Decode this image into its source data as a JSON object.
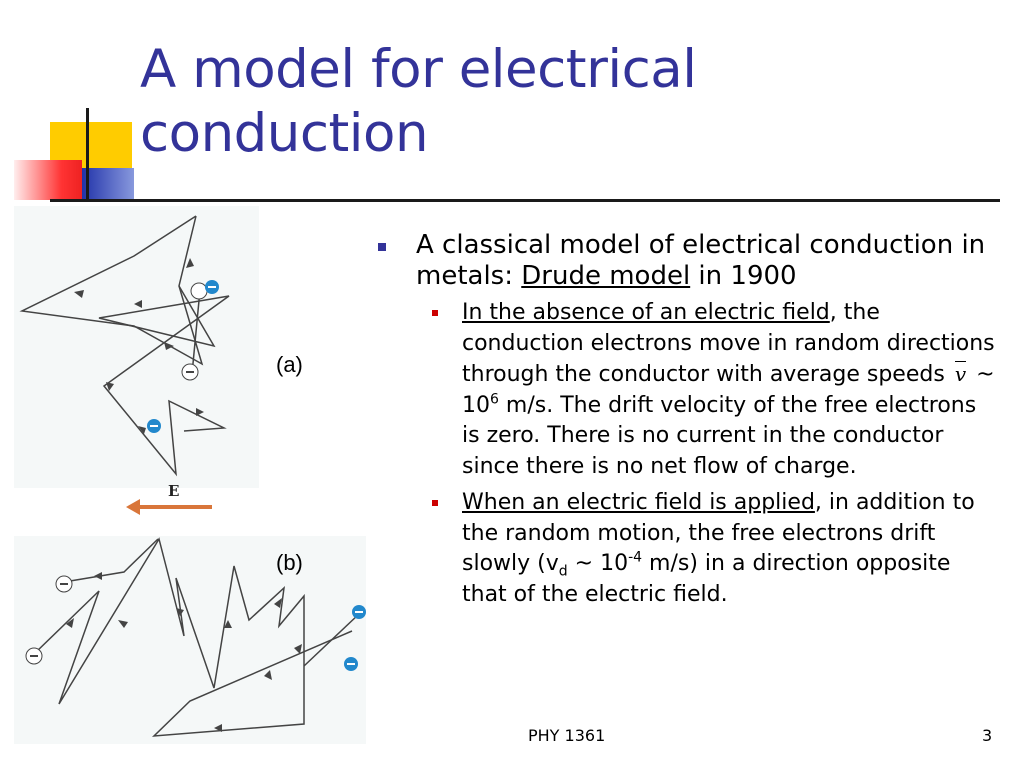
{
  "slide": {
    "title_line1": "A model for electrical",
    "title_line2": "conduction",
    "accent_colors": {
      "title": "#333399",
      "yellow": "#ffcc00",
      "blue": "#2233aa",
      "red": "#ff3333"
    }
  },
  "figure": {
    "label_a": "(a)",
    "label_b": "(b)",
    "field_label": "E",
    "field_arrow_color": "#d9763a",
    "electron_symbol": "−",
    "electron_color": "#2288cc",
    "icons": [
      "electron-icon",
      "field-arrow-icon"
    ]
  },
  "content": {
    "bullet1": {
      "text_a": "A classical model of electrical conduction in metals: ",
      "link": "Drude model",
      "text_b": " in 1900"
    },
    "sub1": {
      "underlined": "In the absence of an electric field",
      "text_a": ", the conduction electrons move in random directions through the conductor with average speeds ",
      "vbar": "v",
      "text_b": " ~ 10",
      "sup": "6",
      "text_c": " m/s. The drift velocity of the free electrons is zero. There is no current in the conductor since there is no net flow of charge."
    },
    "sub2": {
      "underlined": "When an electric field is applied",
      "text_a": ", in addition to the random motion, the free electrons drift slowly (v",
      "sub": "d",
      "text_b": " ~ 10",
      "sup": "-4",
      "text_c": " m/s) in a direction opposite that of the electric field."
    }
  },
  "footer": {
    "course": "PHY 1361",
    "page": "3"
  }
}
